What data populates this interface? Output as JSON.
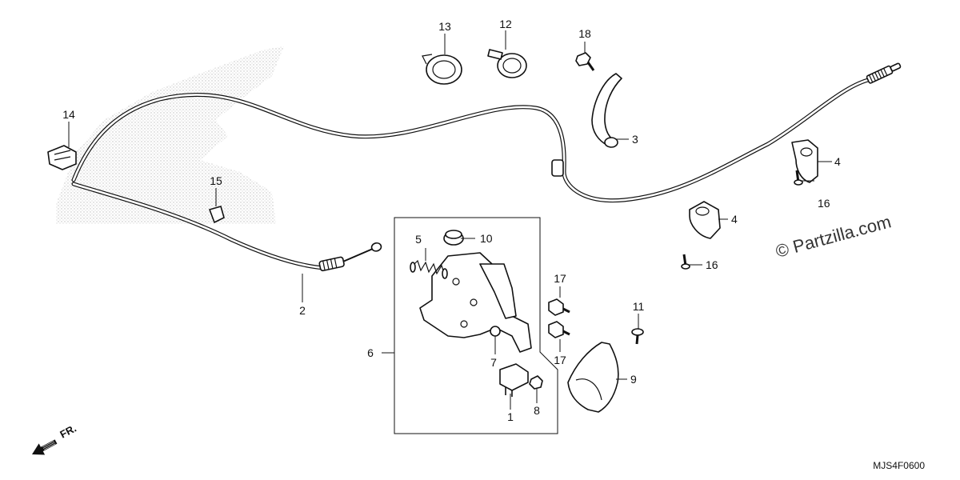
{
  "callouts": {
    "c1": "1",
    "c2": "2",
    "c3": "3",
    "c4a": "4",
    "c4b": "4",
    "c5": "5",
    "c6": "6",
    "c7": "7",
    "c8": "8",
    "c9": "9",
    "c10": "10",
    "c11": "11",
    "c12": "12",
    "c13": "13",
    "c14": "14",
    "c15": "15",
    "c16a": "16",
    "c16b": "16",
    "c17a": "17",
    "c17b": "17",
    "c18": "18"
  },
  "watermark": "© Partzilla.com",
  "diagram_code": "MJS4F0600",
  "direction_label": "FR.",
  "icons": {
    "direction": "front-arrow-icon"
  },
  "colors": {
    "line": "#111111",
    "background": "#ffffff",
    "stipple": "#bbbbbb"
  }
}
